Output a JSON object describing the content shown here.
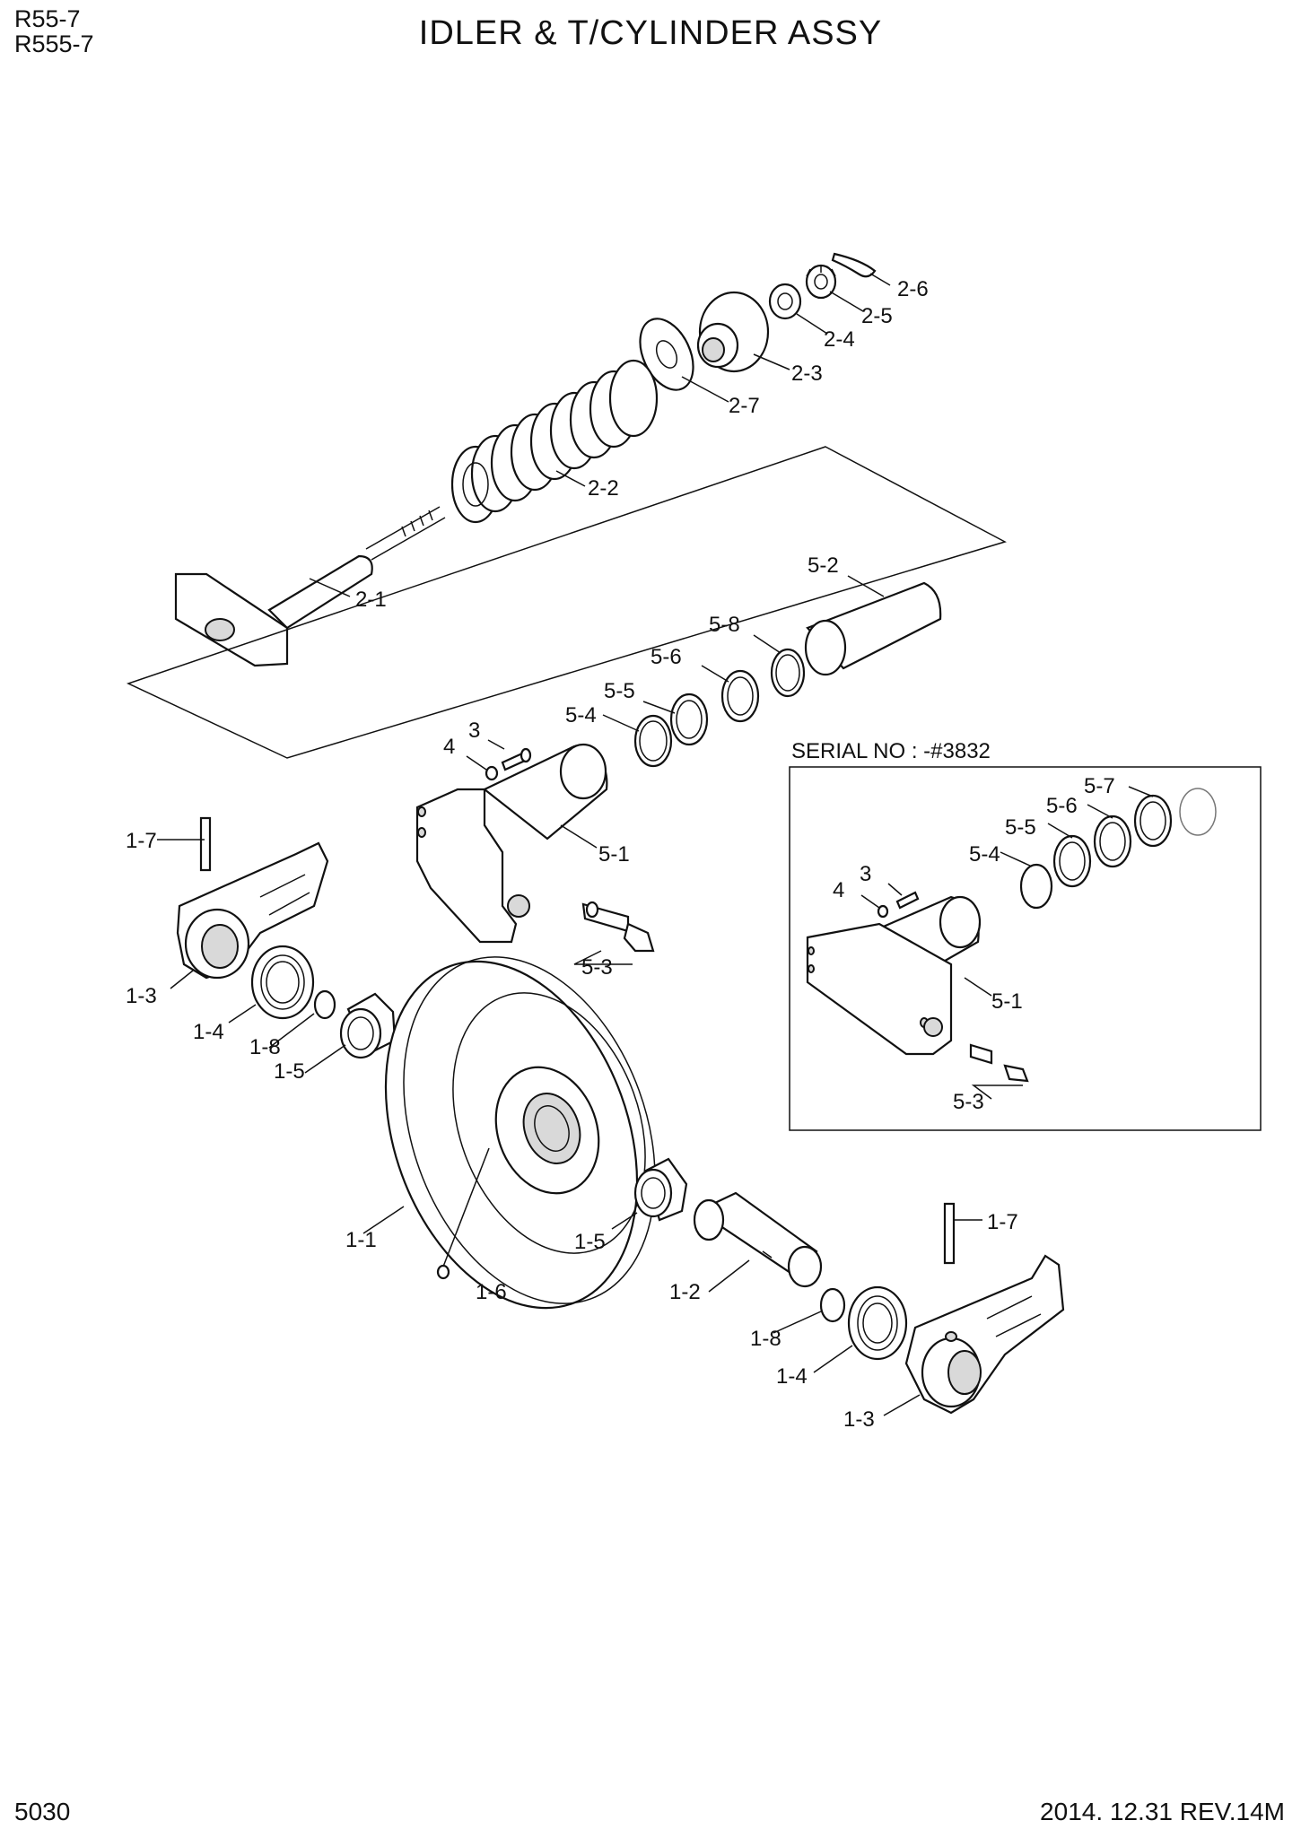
{
  "header": {
    "model_line1": "R55-7",
    "model_line2": "R555-7",
    "title": "IDLER & T/CYLINDER ASSY"
  },
  "footer": {
    "page_number": "5030",
    "revision": "2014. 12.31  REV.14M"
  },
  "inset": {
    "label": "SERIAL NO : -#3832"
  },
  "callouts": {
    "c_2_6": "2-6",
    "c_2_5": "2-5",
    "c_2_4": "2-4",
    "c_2_3": "2-3",
    "c_2_7": "2-7",
    "c_2_2": "2-2",
    "c_2_1": "2-1",
    "c_5_2": "5-2",
    "c_5_8": "5-8",
    "c_5_6": "5-6",
    "c_5_5": "5-5",
    "c_5_4": "5-4",
    "c_3": "3",
    "c_4": "4",
    "c_5_1": "5-1",
    "c_5_3": "5-3",
    "c_1_7a": "1-7",
    "c_1_3a": "1-3",
    "c_1_4a": "1-4",
    "c_1_8a": "1-8",
    "c_1_5a": "1-5",
    "c_1_1": "1-1",
    "c_1_6": "1-6",
    "c_1_5b": "1-5",
    "c_1_2": "1-2",
    "c_1_8b": "1-8",
    "c_1_4b": "1-4",
    "c_1_3b": "1-3",
    "c_1_7b": "1-7",
    "i_5_7": "5-7",
    "i_5_6": "5-6",
    "i_5_5": "5-5",
    "i_5_4": "5-4",
    "i_3": "3",
    "i_4": "4",
    "i_5_1": "5-1",
    "i_5_3": "5-3"
  }
}
